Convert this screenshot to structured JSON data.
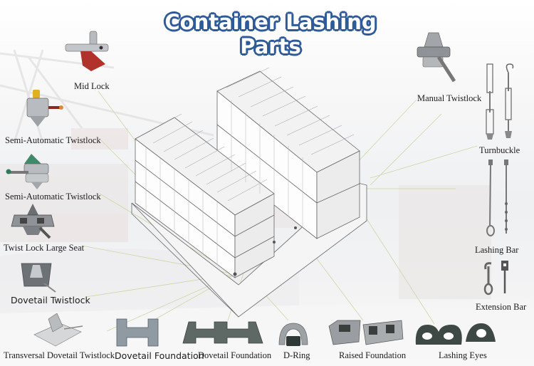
{
  "title": "Container Lashing Parts",
  "colors": {
    "title_fill": "#ffffff",
    "title_outline": "#2f5a98",
    "leader_line": "#c9d4a0",
    "metal": "#a9adb2",
    "dark_metal": "#4f5b58",
    "red_accent": "#b0322a",
    "green_accent": "#3f8a6b",
    "yellow_accent": "#e0b020"
  },
  "parts": [
    {
      "id": "mid-lock",
      "label": "Mid Lock"
    },
    {
      "id": "semi-auto-twistlock-1",
      "label": "Semi-Automatic Twistlock"
    },
    {
      "id": "semi-auto-twistlock-2",
      "label": "Semi-Automatic Twistlock"
    },
    {
      "id": "twist-lock-large-seat",
      "label": "Twist Lock Large Seat"
    },
    {
      "id": "dovetail-twistlock",
      "label": "Dovetail Twistlock"
    },
    {
      "id": "transversal-dovetail-twistlock",
      "label": "Transversal Dovetail Twistlock"
    },
    {
      "id": "dovetail-foundation-1",
      "label": "Dovetail Foundation"
    },
    {
      "id": "dovetail-foundation-2",
      "label": "Dovetail Foundation"
    },
    {
      "id": "d-ring",
      "label": "D-Ring"
    },
    {
      "id": "raised-foundation",
      "label": "Raised Foundation"
    },
    {
      "id": "lashing-eyes",
      "label": "Lashing Eyes"
    },
    {
      "id": "manual-twistlock",
      "label": "Manual Twistlock"
    },
    {
      "id": "turnbuckle",
      "label": "Turnbuckle"
    },
    {
      "id": "lashing-bar",
      "label": "Lashing Bar"
    },
    {
      "id": "extension-bar",
      "label": "Extension Bar"
    }
  ]
}
